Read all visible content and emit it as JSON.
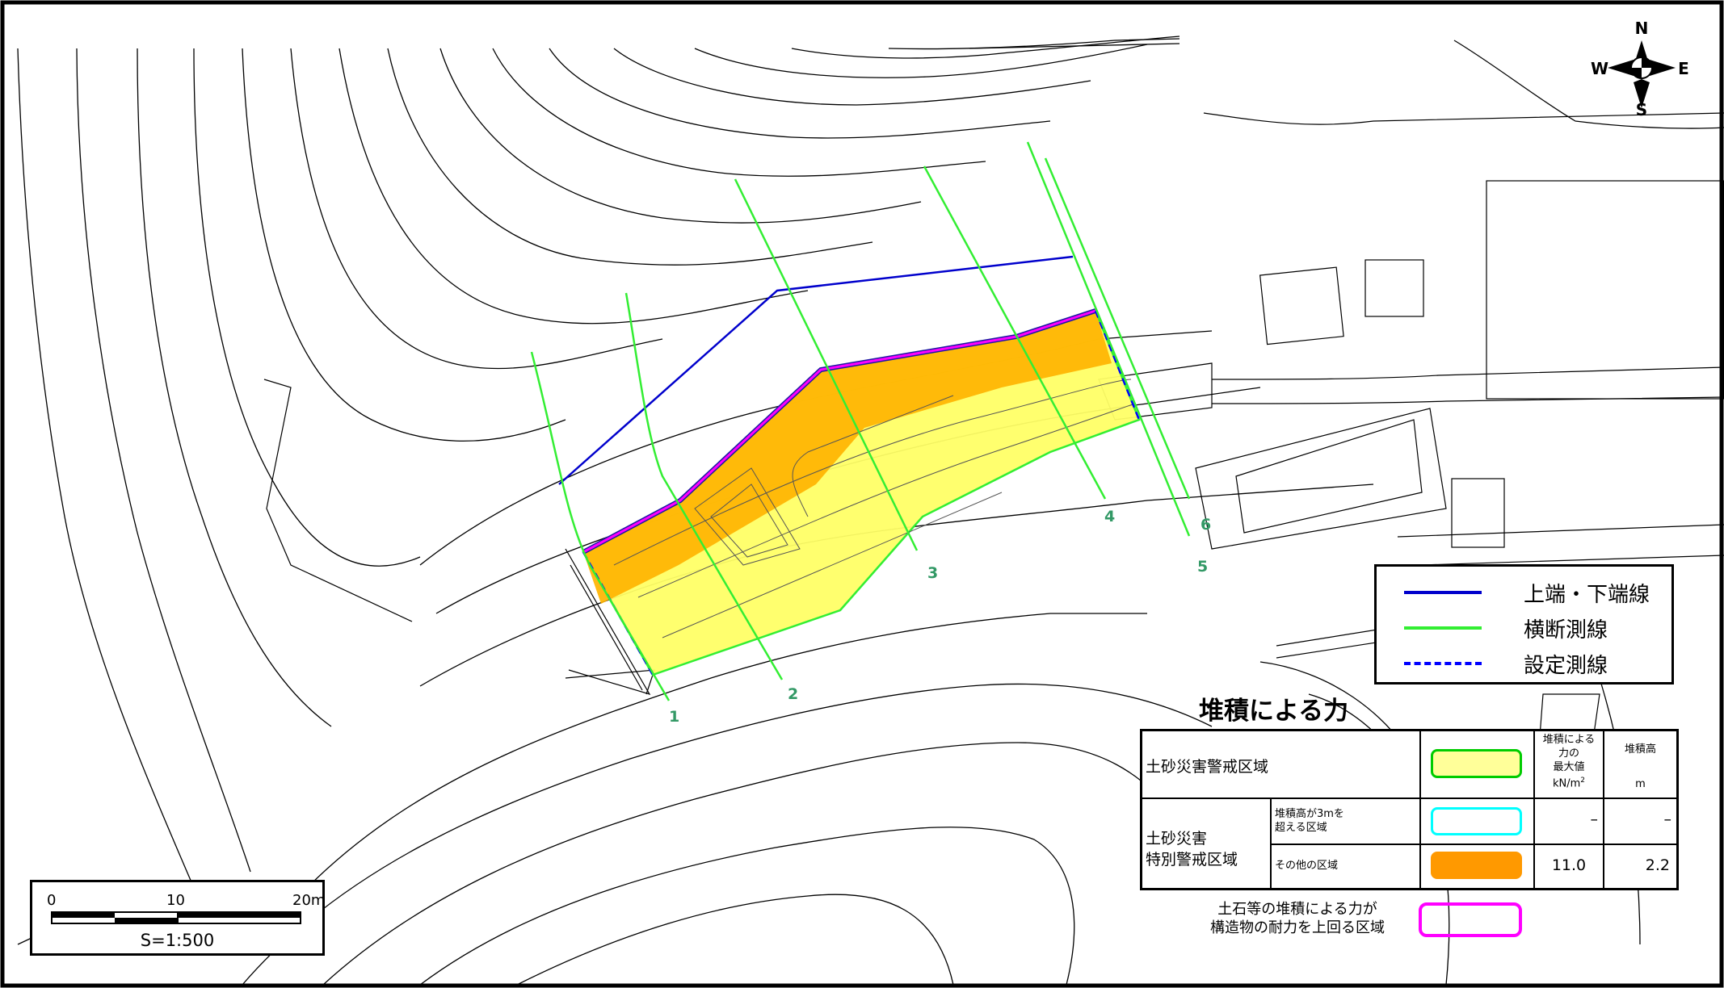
{
  "map": {
    "compass": {
      "north": "N",
      "south": "S",
      "east": "E",
      "west": "W"
    },
    "section_labels": [
      "1",
      "2",
      "3",
      "4",
      "5",
      "6"
    ],
    "colors": {
      "contour": "#000000",
      "top_bottom_line": "#0000cc",
      "cross_section_line": "#33dd33",
      "cross_section_label": "#339966",
      "setting_line": "#0000ff",
      "warning_zone_fill": "#ffff66",
      "special_zone_fill": "#ffb400",
      "structure_exceed_line": "#ff00ff"
    }
  },
  "line_legend": {
    "items": [
      {
        "label": "上端・下端線",
        "style": "solid",
        "color": "#0000cc"
      },
      {
        "label": "横断測線",
        "style": "solid",
        "color": "#33ee33"
      },
      {
        "label": "設定測線",
        "style": "dashed",
        "color": "#0000ff"
      }
    ]
  },
  "sediment_force": {
    "title": "堆積による力",
    "headers": {
      "max_value_lines": [
        "堆積による",
        "力の",
        "最大値"
      ],
      "max_value_unit": "kN/m",
      "max_value_unit_sup": "2",
      "height": "堆積高",
      "height_unit": "m"
    },
    "warning_zone": {
      "label": "土砂災害警戒区域",
      "swatch_fill": "#ffff99",
      "swatch_border": "#00cc00"
    },
    "special_zone": {
      "label_lines": [
        "土砂災害",
        "特別警戒区域"
      ],
      "rows": [
        {
          "label_lines": [
            "堆積高が3mを",
            "超える区域"
          ],
          "swatch_fill": "#ffffff",
          "swatch_border": "#00ffff",
          "max_value": "–",
          "height": "–"
        },
        {
          "label_lines": [
            "その他の区域"
          ],
          "swatch_fill": "#ff9900",
          "swatch_border": "#ff9900",
          "max_value": "11.0",
          "height": "2.2"
        }
      ]
    },
    "exceed": {
      "label_lines": [
        "土石等の堆積による力が",
        "構造物の耐力を上回る区域"
      ],
      "swatch_border": "#ff00ff"
    }
  },
  "scale": {
    "ticks": [
      "0",
      "10",
      "20m"
    ],
    "ratio": "S=1:500"
  }
}
